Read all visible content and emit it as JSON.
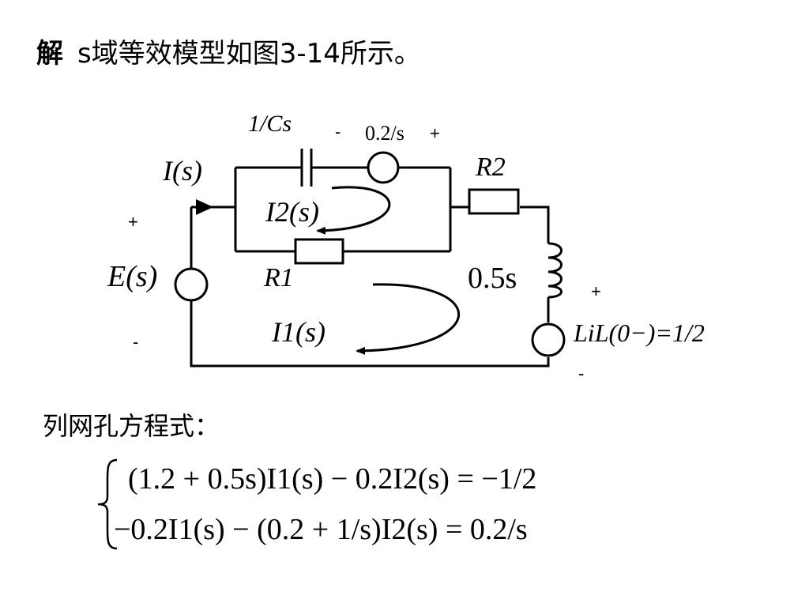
{
  "heading": {
    "solution_label": "解",
    "text": "s域等效模型如图3-14所示。"
  },
  "circuit": {
    "capacitor_label": "1/Cs",
    "source_top_minus": "-",
    "source_top_value": "0.2/s",
    "source_top_plus": "+",
    "current_total": "I(s)",
    "current_loop2": "I2(s)",
    "current_loop1": "I1(s)",
    "resistor1_label": "R1",
    "resistor2_label": "R2",
    "inductor_label": "0.5s",
    "source_left_label": "E(s)",
    "source_left_plus": "+",
    "source_left_minus": "-",
    "source_right_plus": "+",
    "source_right_minus": "-",
    "source_right_label": "LiL(0−)=1/2"
  },
  "equations": {
    "title": "列网孔方程式：",
    "eq1": "(1.2 + 0.5s)I1(s) − 0.2I2(s) = −1/2",
    "eq2": "−0.2I1(s) − (0.2 + 1/s)I2(s) = 0.2/s"
  }
}
